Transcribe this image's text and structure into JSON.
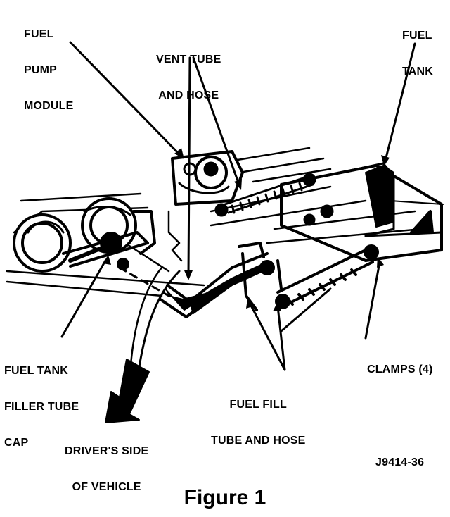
{
  "labels": {
    "fuel_pump_module": [
      "FUEL",
      "PUMP",
      "MODULE"
    ],
    "vent_tube": [
      "VENT TUBE",
      "AND HOSE"
    ],
    "fuel_tank": [
      "FUEL",
      "TANK"
    ],
    "filler_cap": [
      "FUEL TANK",
      "FILLER TUBE",
      "CAP"
    ],
    "clamps": "CLAMPS (4)",
    "fuel_fill": [
      "FUEL FILL",
      "TUBE AND HOSE"
    ],
    "drivers_side": [
      "DRIVER'S SIDE",
      "OF VEHICLE"
    ],
    "part_number": "J9414-36"
  },
  "caption": "Figure 1",
  "colors": {
    "ink": "#000000",
    "paper": "#ffffff"
  }
}
